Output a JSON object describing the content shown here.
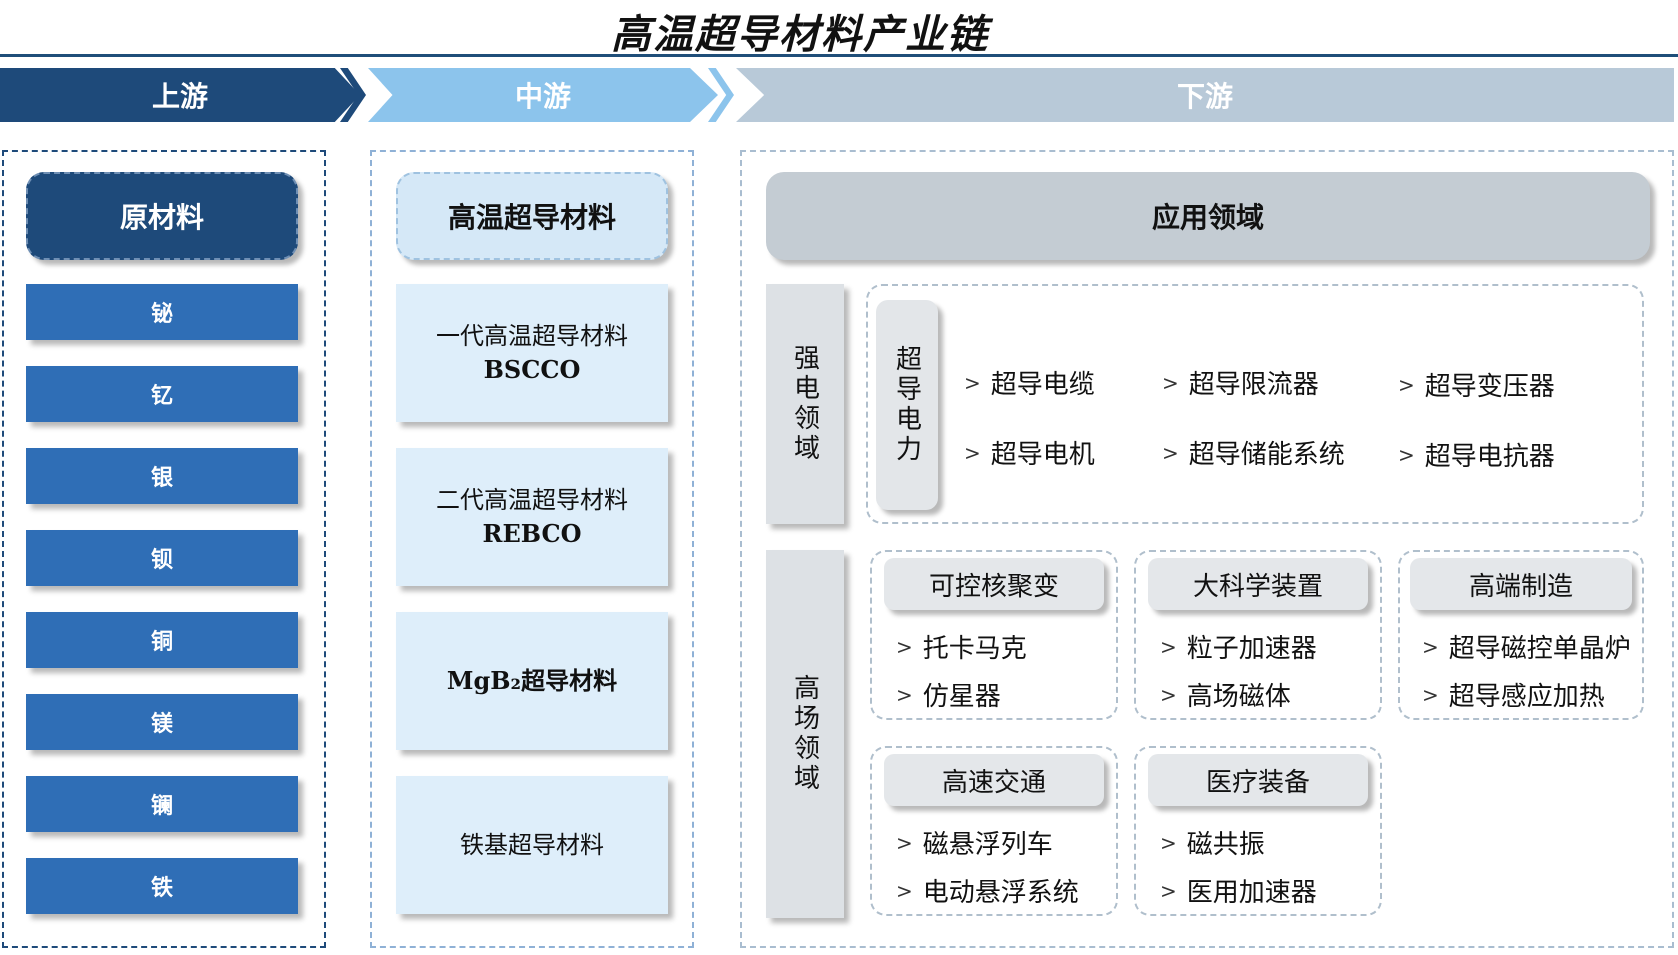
{
  "title": "高温超导材料产业链",
  "stages": {
    "upstream": "上游",
    "midstream": "中游",
    "downstream": "下游"
  },
  "upstream": {
    "header": "原材料",
    "elements": [
      "铋",
      "钇",
      "银",
      "钡",
      "铜",
      "镁",
      "镧",
      "铁"
    ]
  },
  "midstream": {
    "header": "高温超导材料",
    "materials": [
      {
        "line1": "一代高温超导材料",
        "line2": "BSCCO"
      },
      {
        "line1": "二代高温超导材料",
        "line2": "REBCO"
      },
      {
        "line1": "MgB₂超导材料",
        "line2": ""
      },
      {
        "line1": "铁基超导材料",
        "line2": ""
      }
    ]
  },
  "downstream": {
    "header": "应用领域",
    "strong_field": {
      "label": "强电领域",
      "sub_label": "超导电力",
      "items": [
        "超导电缆",
        "超导限流器",
        "超导变压器",
        "超导电机",
        "超导储能系统",
        "超导电抗器"
      ]
    },
    "high_field": {
      "label": "高场领域",
      "categories": [
        {
          "title": "可控核聚变",
          "items": [
            "托卡马克",
            "仿星器"
          ]
        },
        {
          "title": "大科学装置",
          "items": [
            "粒子加速器",
            "高场磁体"
          ]
        },
        {
          "title": "高端制造",
          "items": [
            "超导磁控单晶炉",
            "超导感应加热"
          ]
        },
        {
          "title": "高速交通",
          "items": [
            "磁悬浮列车",
            "电动悬浮系统"
          ]
        },
        {
          "title": "医疗装备",
          "items": [
            "磁共振",
            "医用加速器"
          ]
        }
      ]
    }
  },
  "colors": {
    "upstream": "#1e4a7a",
    "upstream_item": "#2f6eb6",
    "midstream": "#8cc4ec",
    "midstream_item": "#deeefa",
    "downstream": "#b8c9d8",
    "downstream_header": "#c4ccd3"
  }
}
